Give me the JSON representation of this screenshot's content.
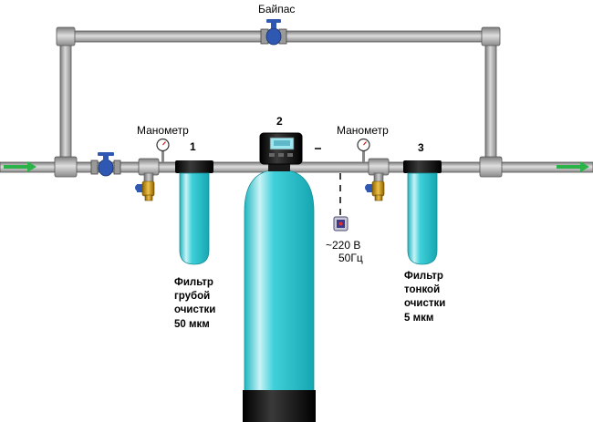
{
  "labels": {
    "bypass": "Байпас",
    "manometer_left": "Манометр",
    "manometer_right": "Манометр",
    "num_1": "1",
    "num_2": "2",
    "num_3": "3",
    "voltage": "~220 В",
    "frequency": "50Гц",
    "filter_coarse": "Фильтр\nгрубой\nочистки\n50 мкм",
    "filter_fine": "Фильтр\nтонкой\nочистки\n5 мкм"
  },
  "colors": {
    "pipe": "#a9a9a9",
    "pipe_outline": "#555555",
    "cyan": "#36c6cf",
    "cyan_light": "#c8f3f6",
    "arrow": "#2bb34a",
    "valve": "#2f58b3",
    "brass": "#b8860b",
    "black": "#111111"
  },
  "icons": {
    "bypass_valve": "ball-valve-icon",
    "inlet_valve": "ball-valve-icon",
    "gauge": "pressure-gauge-icon",
    "drain_valve": "drain-valve-icon",
    "power_plug": "power-plug-icon",
    "controller": "control-head-icon"
  }
}
